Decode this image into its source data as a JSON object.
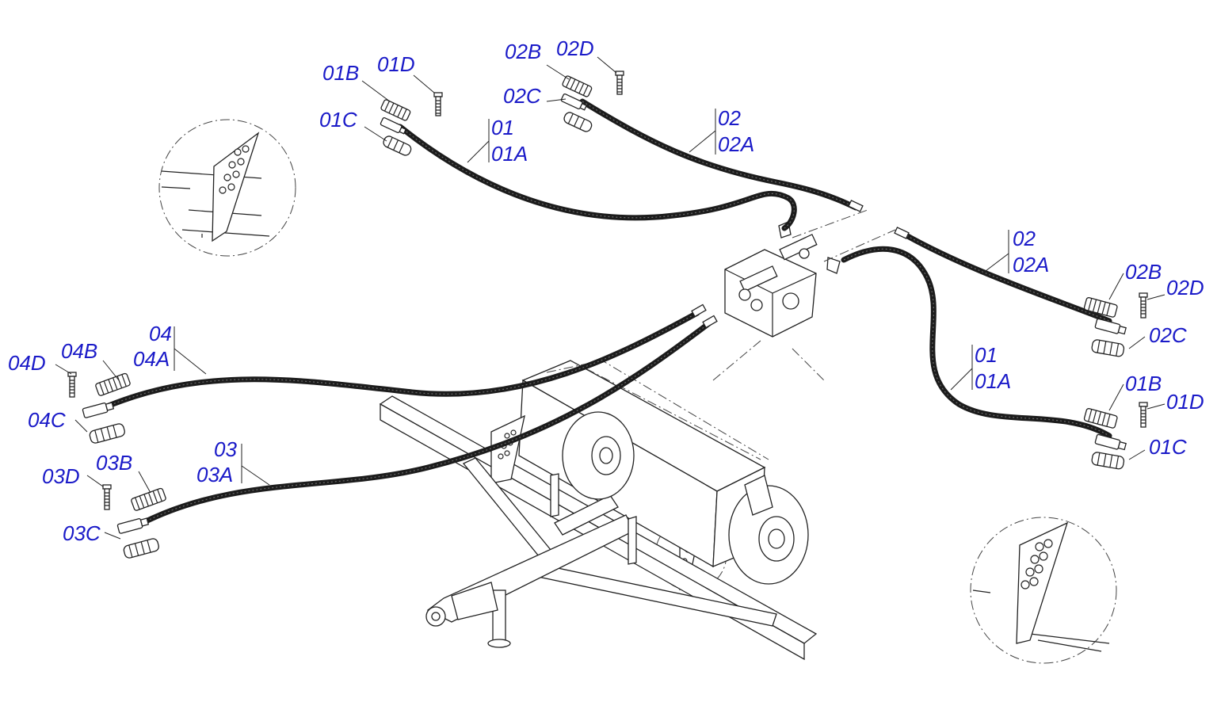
{
  "labels": {
    "h01_top": {
      "num": "01",
      "sub": "01A"
    },
    "h01_top_parts": {
      "b": "01B",
      "c": "01C",
      "d": "01D"
    },
    "h02_top": {
      "num": "02",
      "sub": "02A"
    },
    "h02_top_parts": {
      "b": "02B",
      "c": "02C",
      "d": "02D"
    },
    "h02_right": {
      "num": "02",
      "sub": "02A"
    },
    "h02_right_parts": {
      "b": "02B",
      "c": "02C",
      "d": "02D"
    },
    "h01_right": {
      "num": "01",
      "sub": "01A"
    },
    "h01_right_parts": {
      "b": "01B",
      "c": "01C",
      "d": "01D"
    },
    "h04_left": {
      "num": "04",
      "sub": "04A"
    },
    "h04_left_parts": {
      "b": "04B",
      "c": "04C",
      "d": "04D"
    },
    "h03_left": {
      "num": "03",
      "sub": "03A"
    },
    "h03_left_parts": {
      "b": "03B",
      "c": "03C",
      "d": "03D"
    }
  },
  "colors": {
    "label": "#1a1ac8",
    "line": "#222222",
    "hose": "#1c1c1c"
  },
  "icons": {
    "detail_view": "detail-circle-icon",
    "fitting": "quick-coupler-icon",
    "bolt": "bolt-icon"
  }
}
